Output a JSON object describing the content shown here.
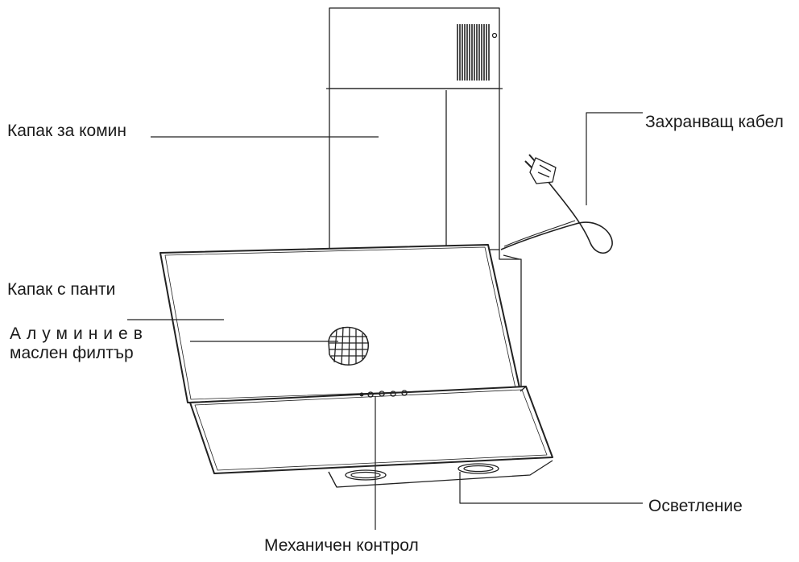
{
  "labels": {
    "chimney_cover": "Капак за комин",
    "power_cable": "Захранващ кабел",
    "hinged_cover": "Капак с панти",
    "aluminium_filter_line1": "Алуминиев",
    "aluminium_filter_line2": "маслен филтър",
    "lighting": "Осветление",
    "mechanical_control": "Механичен контрол"
  },
  "colors": {
    "line": "#222222",
    "background": "#ffffff"
  }
}
